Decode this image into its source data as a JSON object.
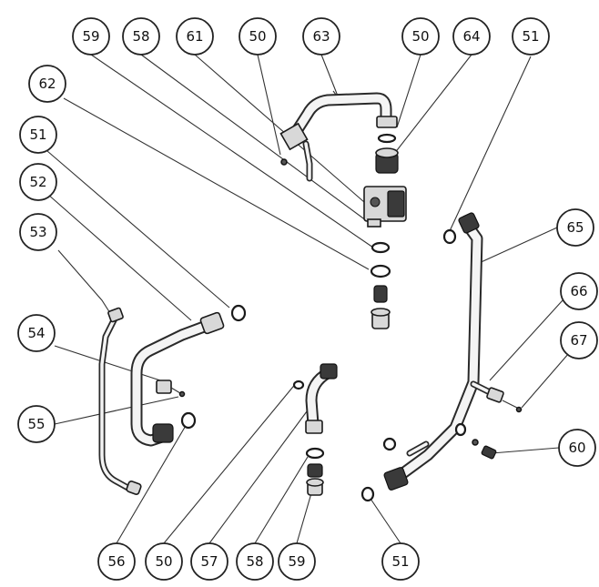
{
  "diagram": {
    "callouts": [
      {
        "id": "c-59-top",
        "label": "59"
      },
      {
        "id": "c-58-top",
        "label": "58"
      },
      {
        "id": "c-61",
        "label": "61"
      },
      {
        "id": "c-50-top-a",
        "label": "50"
      },
      {
        "id": "c-63",
        "label": "63"
      },
      {
        "id": "c-50-top-b",
        "label": "50"
      },
      {
        "id": "c-64",
        "label": "64"
      },
      {
        "id": "c-51-top",
        "label": "51"
      },
      {
        "id": "c-62",
        "label": "62"
      },
      {
        "id": "c-51-left",
        "label": "51"
      },
      {
        "id": "c-52",
        "label": "52"
      },
      {
        "id": "c-53",
        "label": "53"
      },
      {
        "id": "c-54",
        "label": "54"
      },
      {
        "id": "c-55",
        "label": "55"
      },
      {
        "id": "c-65",
        "label": "65"
      },
      {
        "id": "c-66",
        "label": "66"
      },
      {
        "id": "c-67",
        "label": "67"
      },
      {
        "id": "c-60",
        "label": "60"
      },
      {
        "id": "c-56",
        "label": "56"
      },
      {
        "id": "c-50-bottom",
        "label": "50"
      },
      {
        "id": "c-57",
        "label": "57"
      },
      {
        "id": "c-58-bottom",
        "label": "58"
      },
      {
        "id": "c-59-bottom",
        "label": "59"
      },
      {
        "id": "c-51-bottom",
        "label": "51"
      }
    ]
  }
}
